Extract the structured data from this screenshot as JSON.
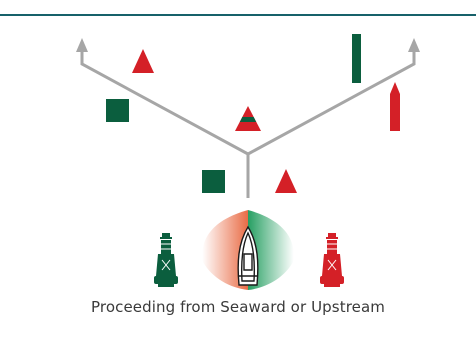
{
  "caption": "Proceeding from Seaward or Upstream",
  "colors": {
    "rule": "#17616a",
    "channel_lines": "#a6a6a6",
    "green": "#0b5e3e",
    "red": "#d42027",
    "bow_light_red": "#e8643c",
    "bow_light_green": "#1b9a5a",
    "boat_outline": "#1a1a1a"
  },
  "markers": [
    {
      "kind": "can-buoy",
      "color": "green"
    },
    {
      "kind": "nun-buoy",
      "color": "red"
    },
    {
      "kind": "spar-buoy",
      "color": "green"
    },
    {
      "kind": "spar-buoy",
      "color": "red"
    },
    {
      "kind": "junction-buoy",
      "color": "red-green-red"
    },
    {
      "kind": "lighted-buoy",
      "color": "green"
    },
    {
      "kind": "lighted-buoy",
      "color": "red"
    }
  ]
}
